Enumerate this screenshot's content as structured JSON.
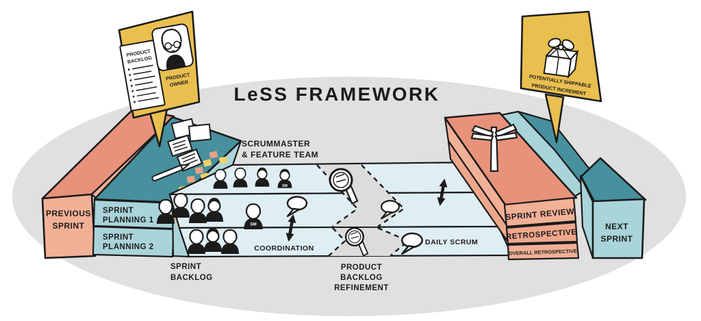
{
  "title": "LeSS FRAMEWORK",
  "colors": {
    "background": "#FFFFFF",
    "stage_gray": "#E0E0E0",
    "callout_yellow": "#E9BF4F",
    "salmon_dark": "#E8927A",
    "salmon_mid": "#EFA78C",
    "salmon_light": "#F2B096",
    "teal_dark": "#47909E",
    "teal_light": "#A9D4D9",
    "lane_blue": "#DFEEF3",
    "band_gray": "#DCDCDC",
    "sticky_salmon": "#E9A287",
    "sticky_yellow": "#F2D366",
    "ink": "#1B1B1B"
  },
  "callouts": {
    "product_owner": {
      "doc_title_line1": "PRODUCT",
      "doc_title_line2": "BACKLOG",
      "label_line1": "PRODUCT",
      "label_line2": "OWNER"
    },
    "increment": {
      "label_line1": "POTENTIALLY SHIPPABLE",
      "label_line2": "PRODUCT INCREMENT"
    }
  },
  "blocks": {
    "previous_sprint_line1": "PREVIOUS",
    "previous_sprint_line2": "SPRINT",
    "sprint_planning_1_line1": "SPRINT",
    "sprint_planning_1_line2": "PLANNING 1",
    "sprint_planning_2_line1": "SPRINT",
    "sprint_planning_2_line2": "PLANNING 2",
    "sprint_review": "SPRINT REVIEW",
    "retrospective": "RETROSPECTIVE",
    "overall_retrospective": "OVERALL RETROSPECTIVE",
    "next_sprint_line1": "NEXT",
    "next_sprint_line2": "SPRINT"
  },
  "labels": {
    "scrummaster_line1": "SCRUMMASTER",
    "scrummaster_line2": "& FEATURE TEAM",
    "sprint_backlog_line1": "SPRINT",
    "sprint_backlog_line2": "BACKLOG",
    "coordination": "COORDINATION",
    "daily_scrum": "DAILY SCRUM",
    "refinement_line1": "PRODUCT",
    "refinement_line2": "BACKLOG",
    "refinement_line3": "REFINEMENT",
    "sm_badge": "SM"
  }
}
